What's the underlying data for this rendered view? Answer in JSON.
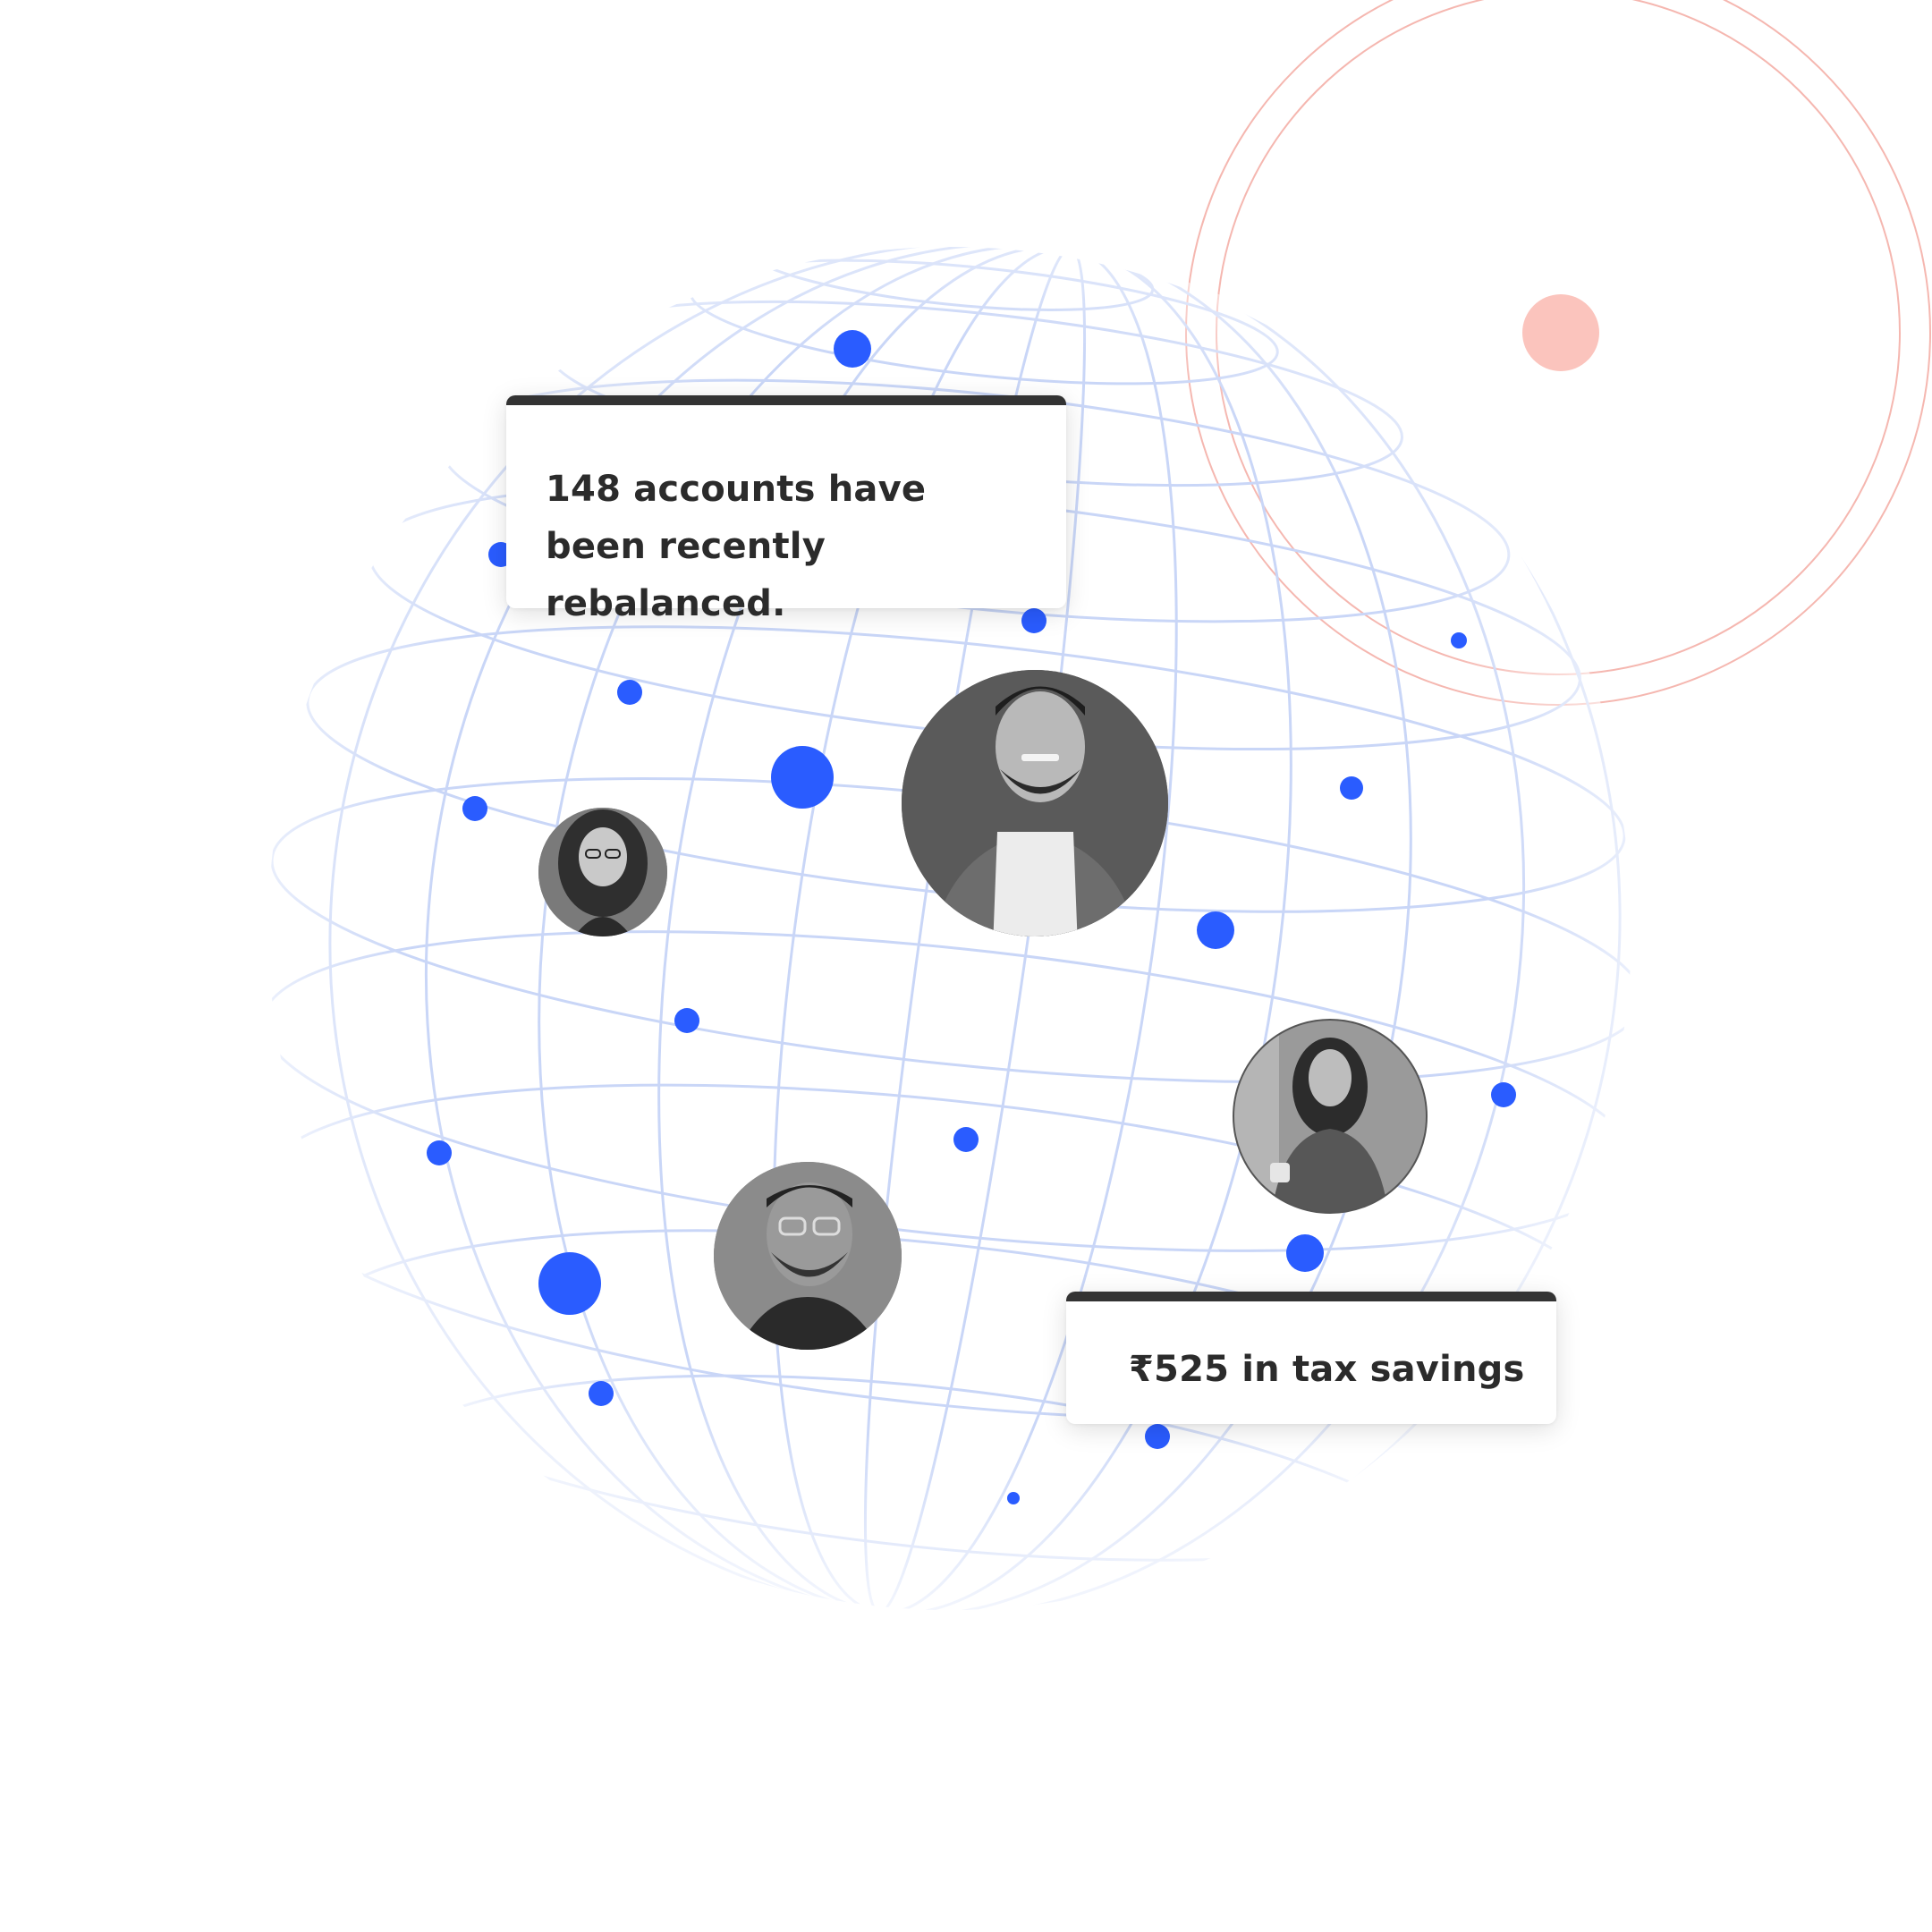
{
  "notifications": {
    "accounts_rebalanced": "148 accounts have been recently rebalanced.",
    "tax_savings": "₹525 in tax savings"
  },
  "colors": {
    "dot_blue": "#2a5cff",
    "grid_line": "#c9d6f7",
    "coral_ring": "#f2a59c",
    "coral_dot": "#fbc4bd",
    "card_top_bar": "#333333",
    "card_text": "#2b2b2b"
  },
  "avatars": [
    {
      "name": "avatar-woman-glasses",
      "shade": "#6b6b6b"
    },
    {
      "name": "avatar-man-smiling",
      "shade": "#5c5c5c"
    },
    {
      "name": "avatar-man-glasses",
      "shade": "#7a7a7a"
    },
    {
      "name": "avatar-woman-portrait",
      "shade": "#8a8a8a"
    }
  ]
}
